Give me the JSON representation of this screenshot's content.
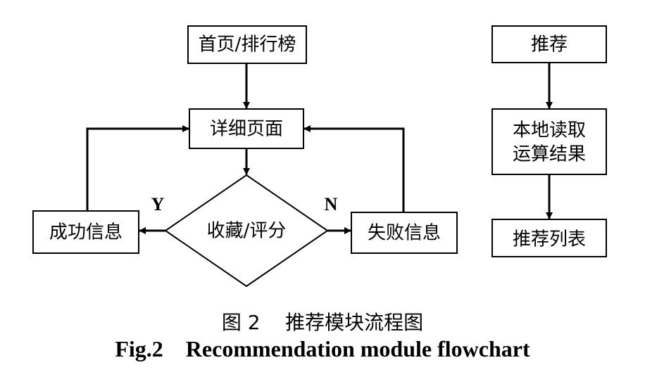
{
  "nodes": {
    "home_ranking": "首页/排行榜",
    "detail_page": "详细页面",
    "favorite_rating": "收藏/评分",
    "success_info": "成功信息",
    "failure_info": "失败信息",
    "recommend": "推荐",
    "local_read_line1": "本地读取",
    "local_read_line2": "运算结果",
    "recommend_list": "推荐列表"
  },
  "branches": {
    "yes": "Y",
    "no": "N"
  },
  "caption": {
    "chinese": "图 2    推荐模块流程图",
    "english": "Fig.2    Recommendation module flowchart"
  }
}
